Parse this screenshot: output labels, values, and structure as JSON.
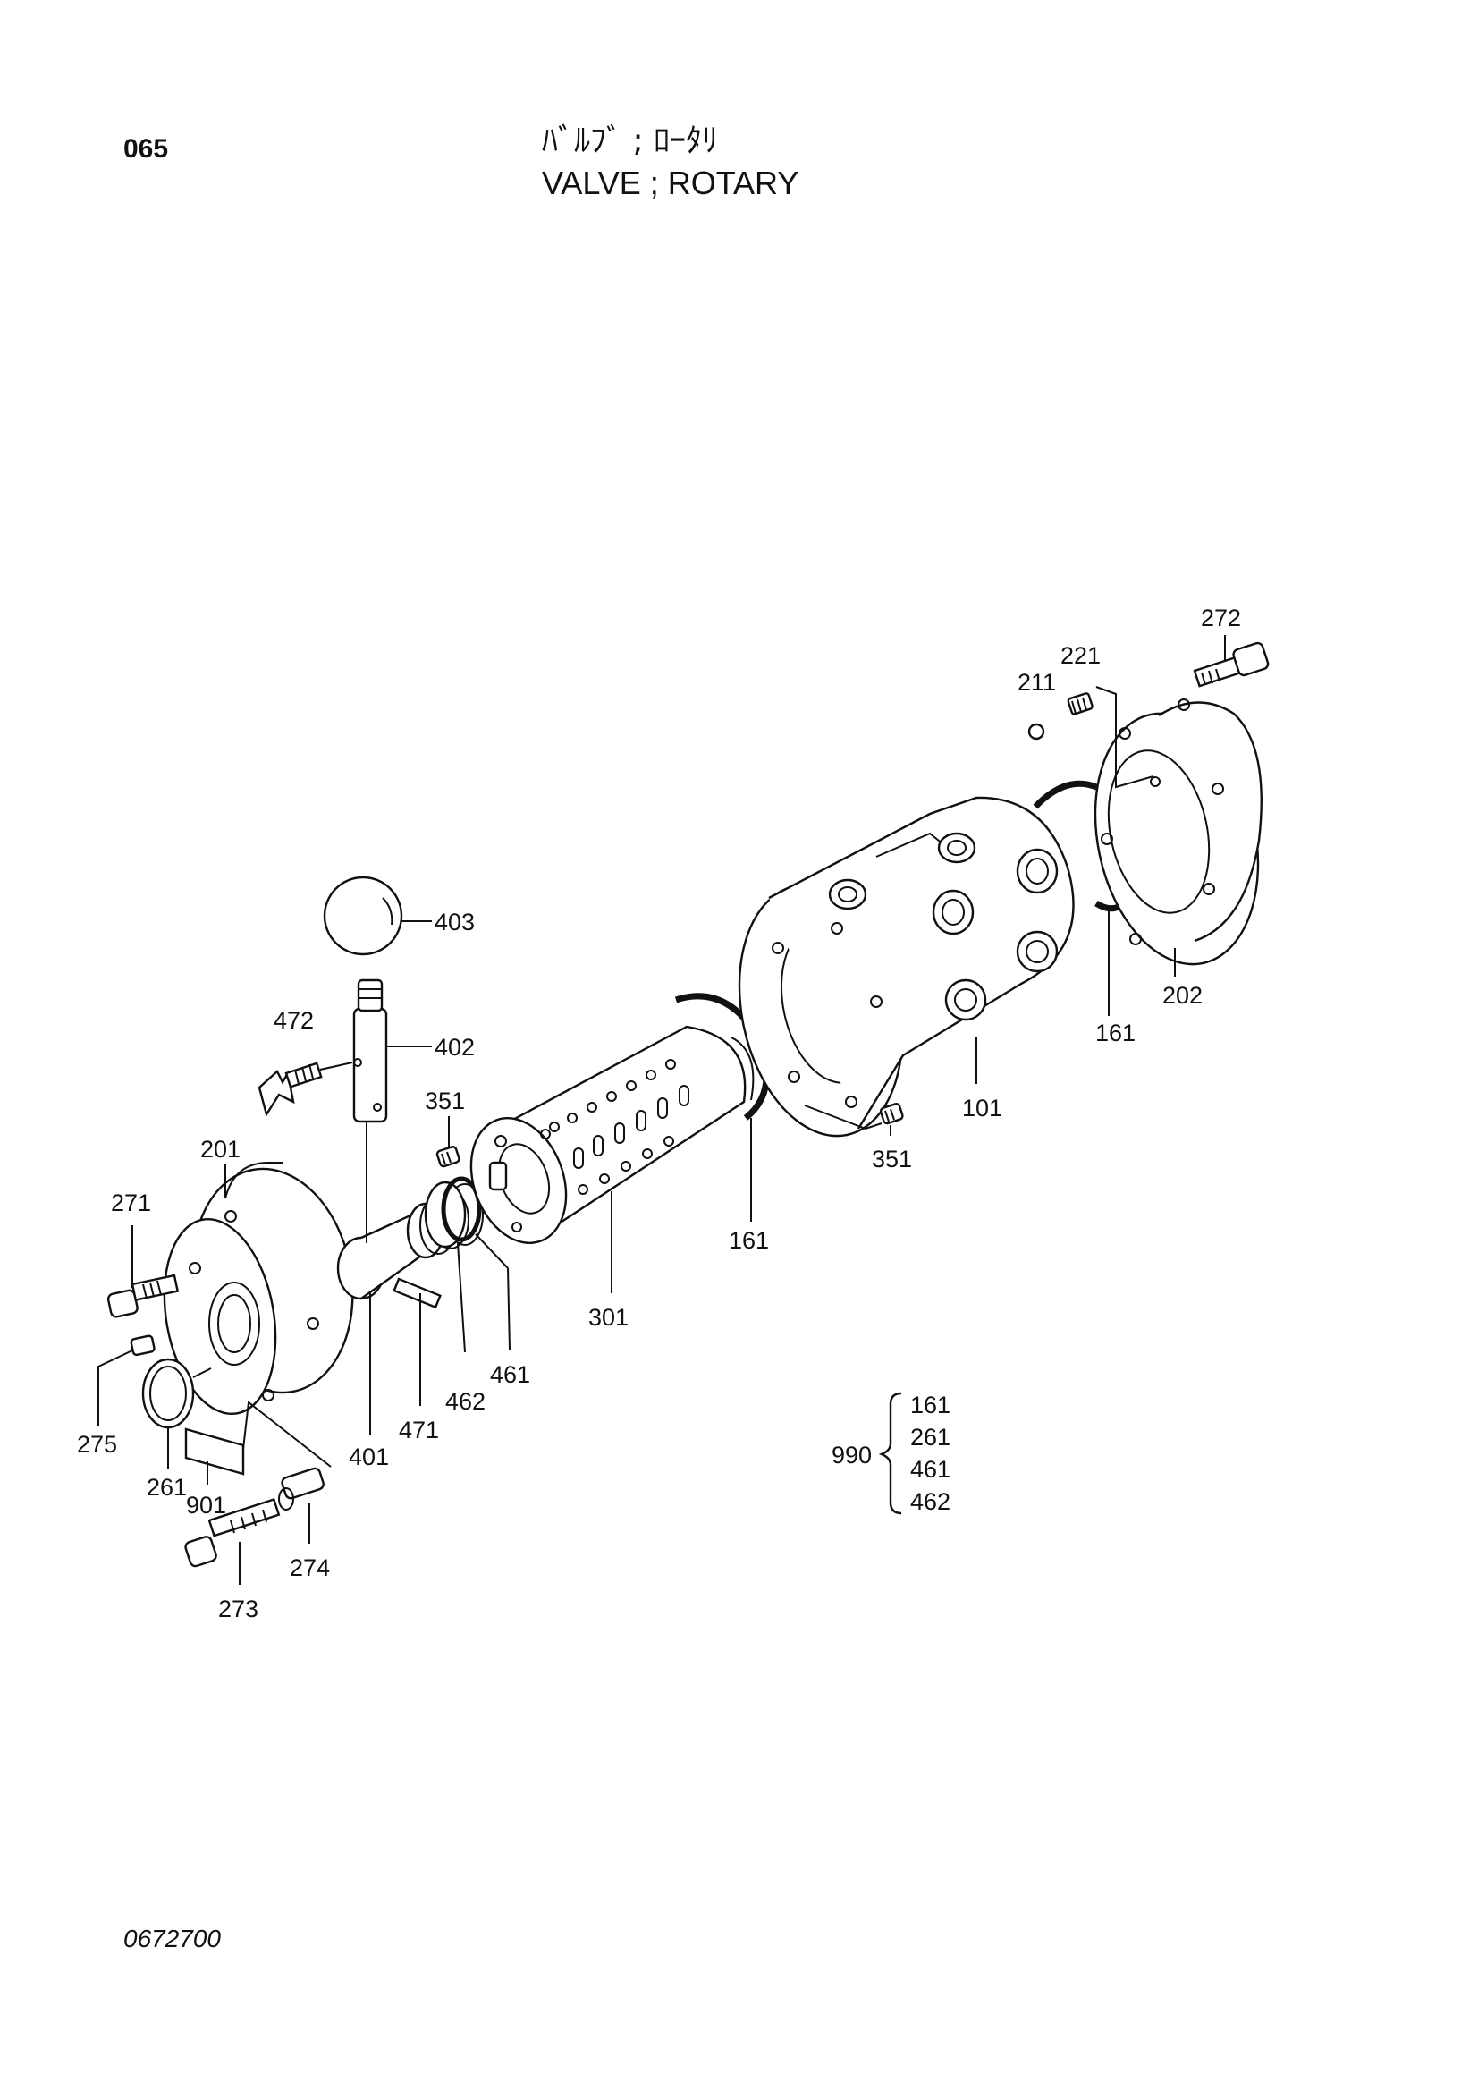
{
  "header": {
    "page_number": "065",
    "title_jp": "ﾊﾞﾙﾌﾞ ; ﾛｰﾀﾘ",
    "title_en": "VALVE ; ROTARY"
  },
  "footer": {
    "code": "0672700"
  },
  "callouts": {
    "p272": "272",
    "p221": "221",
    "p211": "211",
    "p202": "202",
    "p161a": "161",
    "p101": "101",
    "p351a": "351",
    "p403": "403",
    "p472": "472",
    "p402": "402",
    "p351b": "351",
    "p201": "201",
    "p161b": "161",
    "p271": "271",
    "p301": "301",
    "p461": "461",
    "p462": "462",
    "p275": "275",
    "p471": "471",
    "p401": "401",
    "p261": "261",
    "p901": "901",
    "p274": "274",
    "p273": "273"
  },
  "kit": {
    "number": "990",
    "items": [
      "161",
      "261",
      "461",
      "462"
    ]
  }
}
